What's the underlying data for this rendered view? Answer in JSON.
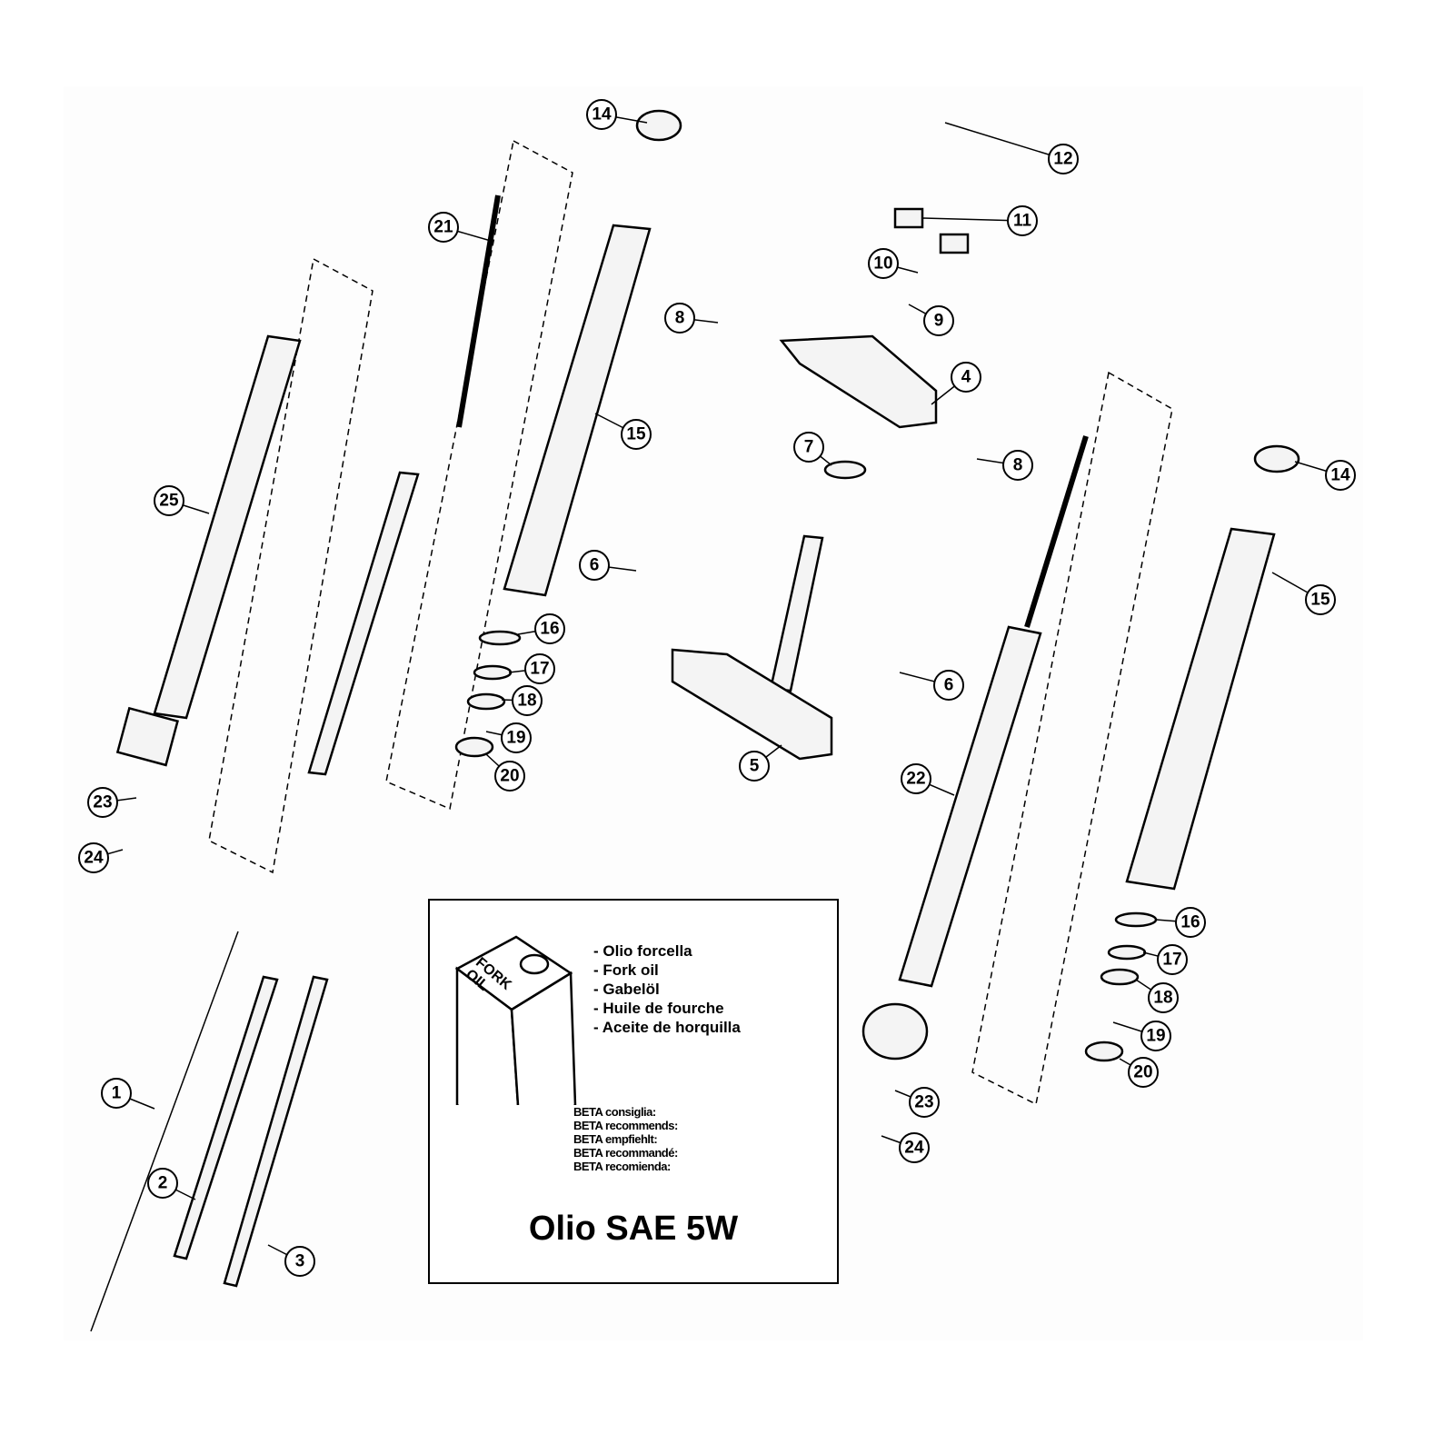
{
  "callouts": [
    "14",
    "12",
    "21",
    "11",
    "10",
    "9",
    "8",
    "4",
    "15",
    "7",
    "8",
    "14",
    "25",
    "6",
    "15",
    "16",
    "17",
    "18",
    "6",
    "19",
    "20",
    "5",
    "22",
    "23",
    "24",
    "16",
    "17",
    "18",
    "19",
    "20",
    "23",
    "24",
    "1",
    "2",
    "3"
  ],
  "oil_box": {
    "can_label": "FORK OIL",
    "oil_names": [
      "- Olio forcella",
      "- Fork oil",
      "- Gabelöl",
      "- Huile de fourche",
      "- Aceite de horquilla"
    ],
    "recommendations": [
      "BETA consiglia:",
      "BETA recommends:",
      "BETA empfiehlt:",
      "BETA recommandé:",
      "BETA recomienda:"
    ],
    "oil_grade": "Olio SAE 5W"
  }
}
